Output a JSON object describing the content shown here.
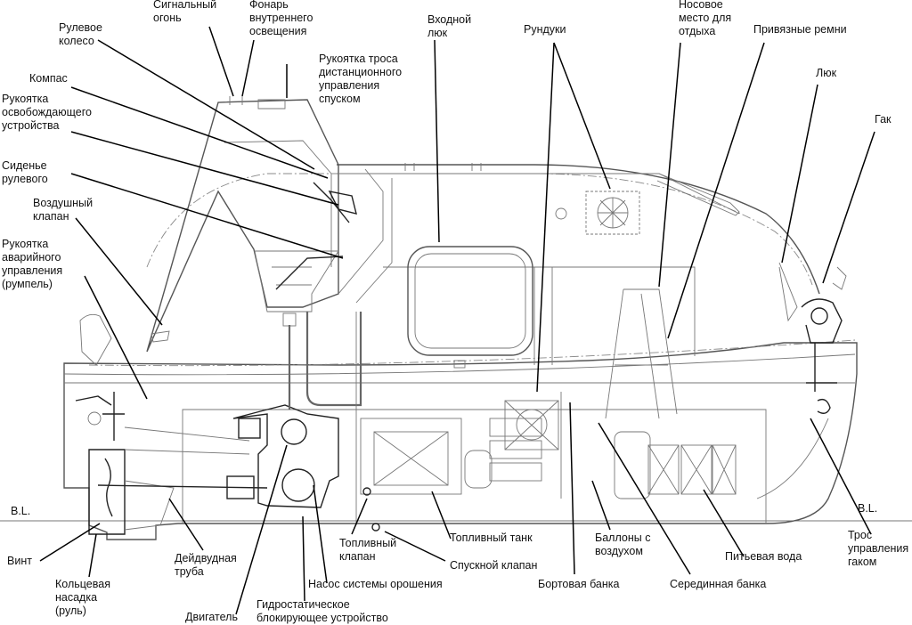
{
  "baseline_left": "B.L.",
  "baseline_right": "B.L.",
  "labels": {
    "rudder_wheel": [
      "Рулевое",
      "колесо"
    ],
    "signal_light": [
      "Сигнальный",
      "огонь"
    ],
    "interior_light": [
      "Фонарь",
      "внутреннего",
      "освещения"
    ],
    "remote_release_handle": [
      "Рукоятка троса",
      "дистанционного",
      "управления",
      "спуском"
    ],
    "entry_hatch": [
      "Входной",
      "люк"
    ],
    "lockers": [
      "Рундуки"
    ],
    "bow_rest_seat": [
      "Носовое",
      "место для",
      "отдыха"
    ],
    "tie_straps": [
      "Привязные ремни"
    ],
    "hatch": [
      "Люк"
    ],
    "hook": [
      "Гак"
    ],
    "compass": [
      "Компас"
    ],
    "release_handle": [
      "Рукоятка",
      "освобождающего",
      "устройства"
    ],
    "helmsman_seat": [
      "Сиденье",
      "рулевого"
    ],
    "air_valve": [
      "Воздушный",
      "клапан"
    ],
    "emergency_tiller": [
      "Рукоятка",
      "аварийного",
      "управления",
      "(румпель)"
    ],
    "propeller": [
      "Винт"
    ],
    "ring_nozzle": [
      "Кольцевая",
      "насадка",
      "(руль)"
    ],
    "stern_tube": [
      "Дейдвудная",
      "труба"
    ],
    "engine": [
      "Двигатель"
    ],
    "hydrostatic_lock": [
      "Гидростатическое",
      "блокирующее устройство"
    ],
    "fuel_valve": [
      "Топливный",
      "клапан"
    ],
    "sprinkler_pump": [
      "Насос системы орошения"
    ],
    "fuel_tank": [
      "Топливный танк"
    ],
    "drain_valve": [
      "Спускной клапан"
    ],
    "air_bottles": [
      "Баллоны с",
      "воздухом"
    ],
    "side_bench": [
      "Бортовая банка"
    ],
    "middle_bench": [
      "Серединная банка"
    ],
    "drinking_water": [
      "Питьевая вода"
    ],
    "hook_control_cable": [
      "Трос",
      "управления",
      "гаком"
    ]
  }
}
